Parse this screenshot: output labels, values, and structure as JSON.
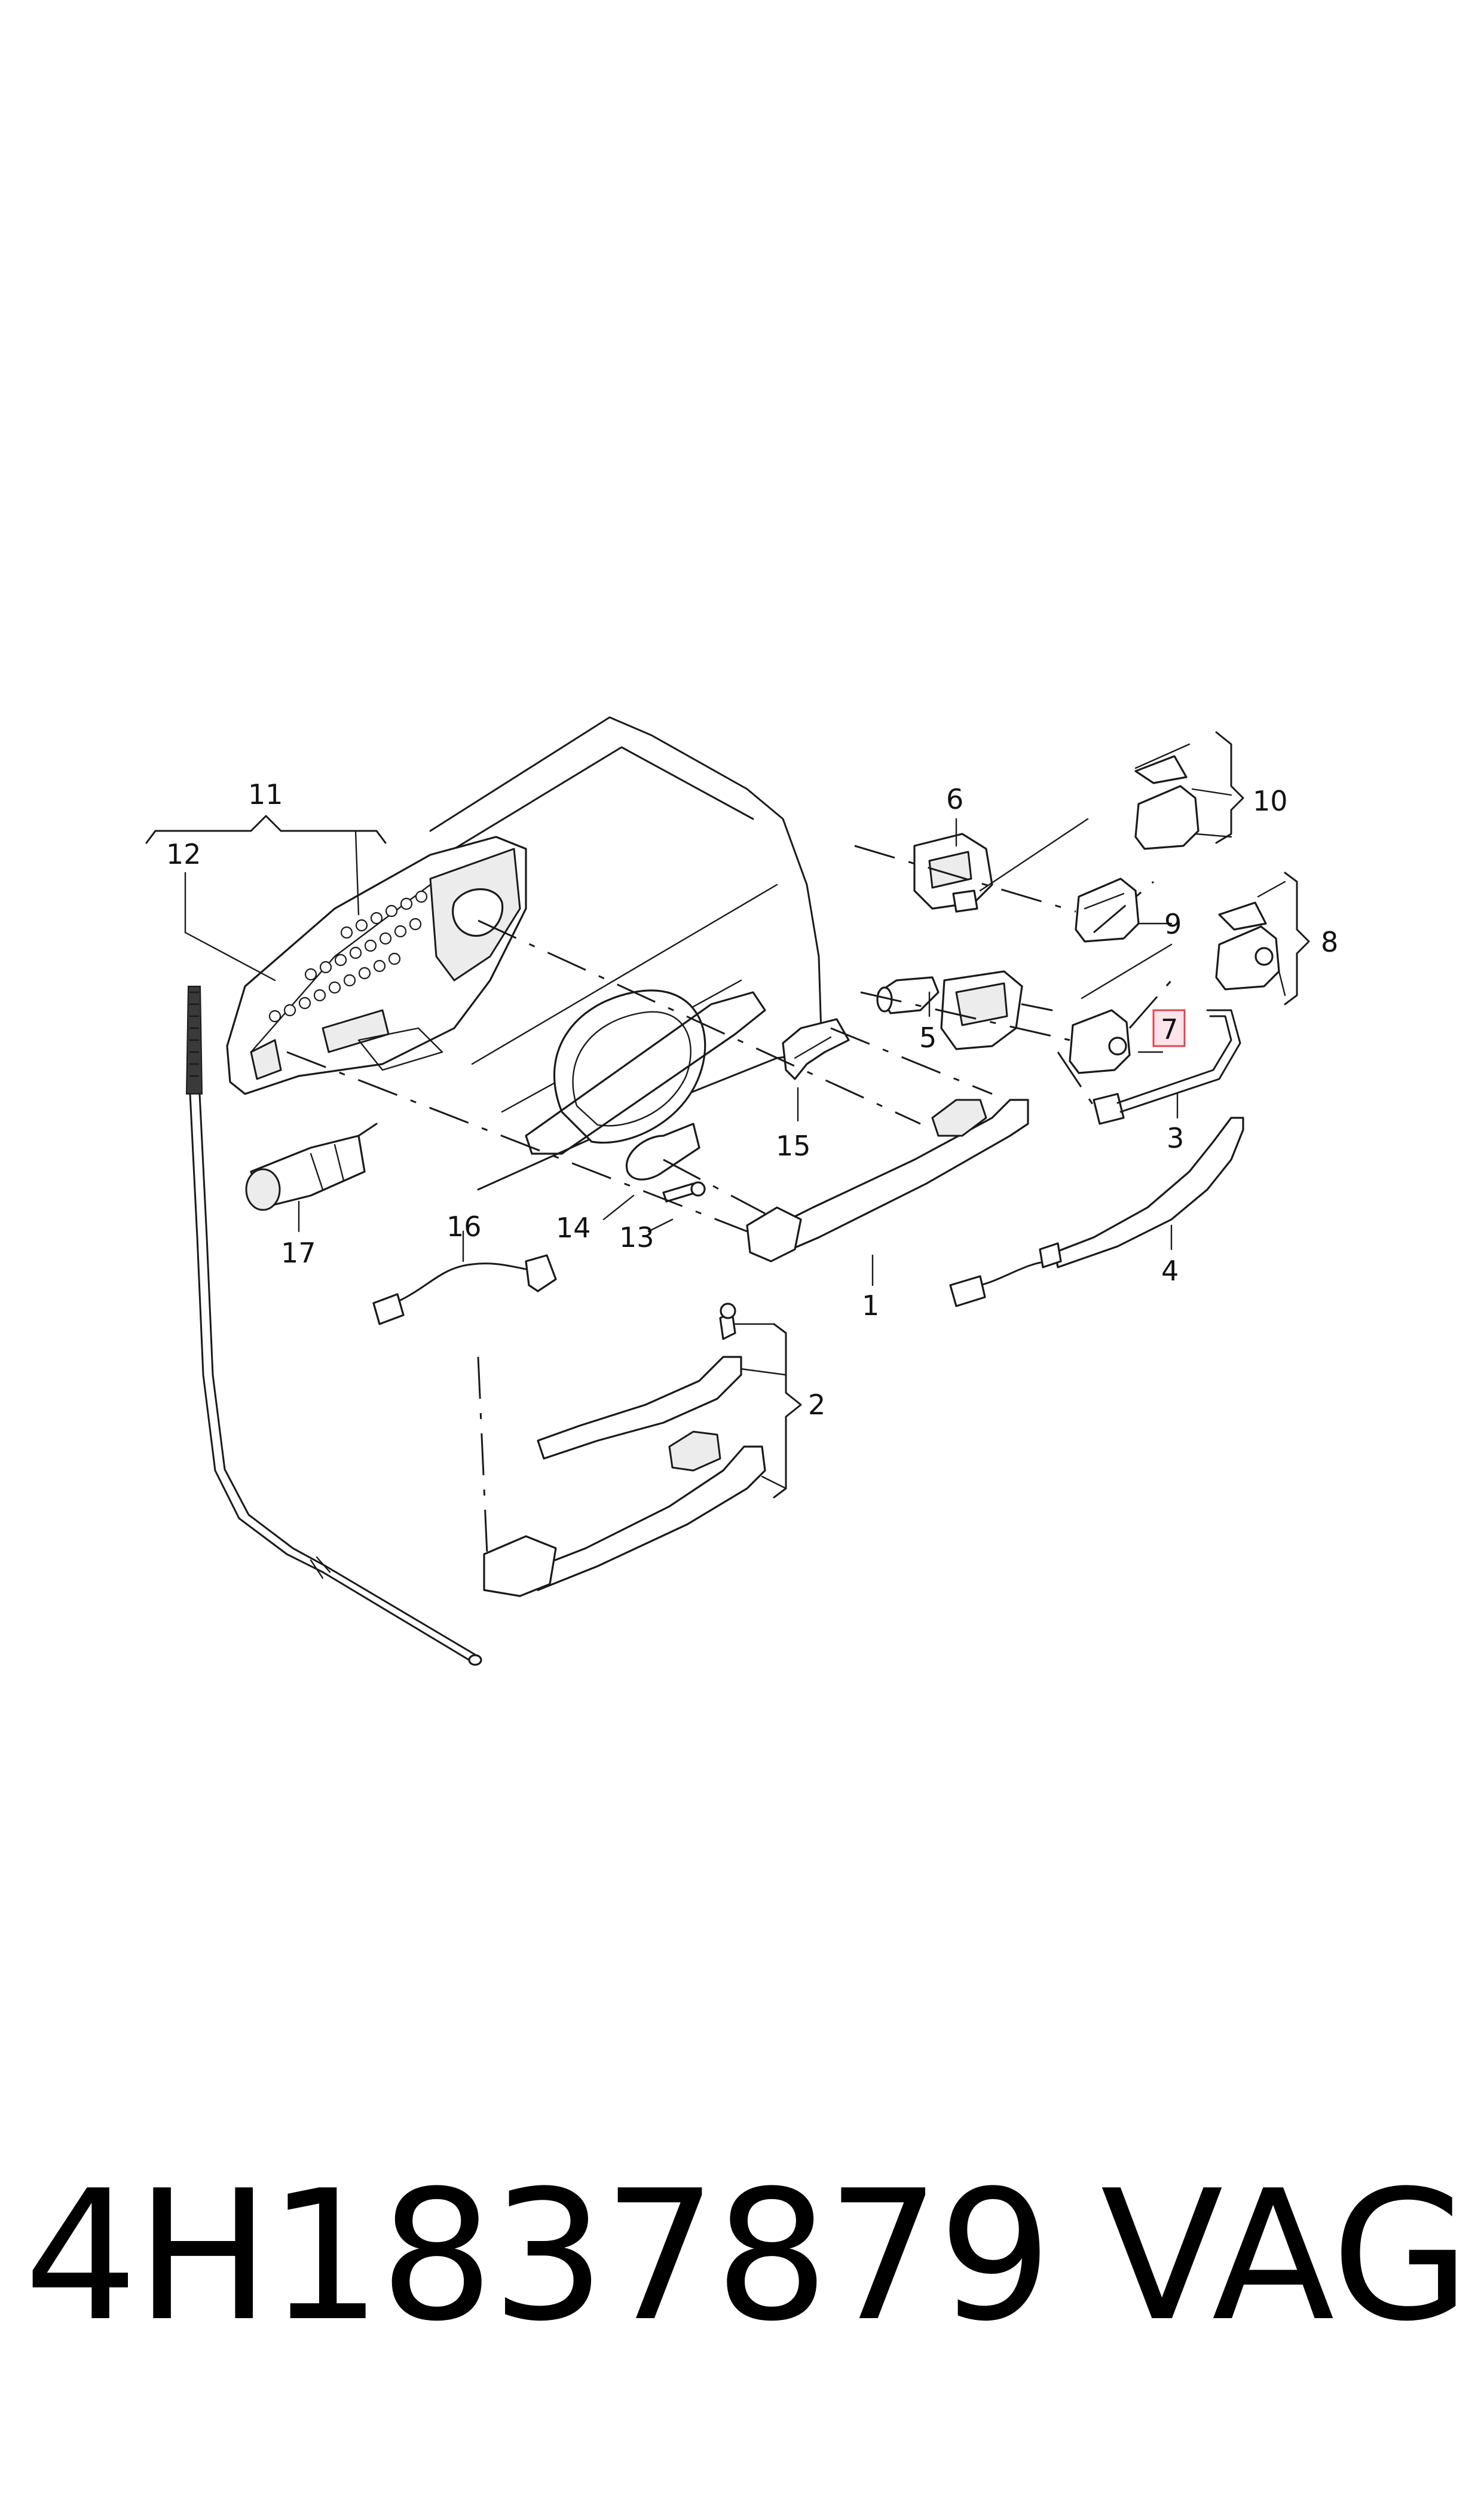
{
  "diagram": {
    "callouts": {
      "c1": "1",
      "c2": "2",
      "c3": "3",
      "c4": "4",
      "c5": "5",
      "c6": "6",
      "c7": "7",
      "c8": "8",
      "c9": "9",
      "c10": "10",
      "c11": "11",
      "c12": "12",
      "c13": "13",
      "c14": "14",
      "c15": "15",
      "c16": "16",
      "c17": "17"
    },
    "highlighted_callout": "7",
    "highlight_color": "#e0444f"
  },
  "footer": {
    "part_number": "4H1837879",
    "brand": "VAG"
  }
}
